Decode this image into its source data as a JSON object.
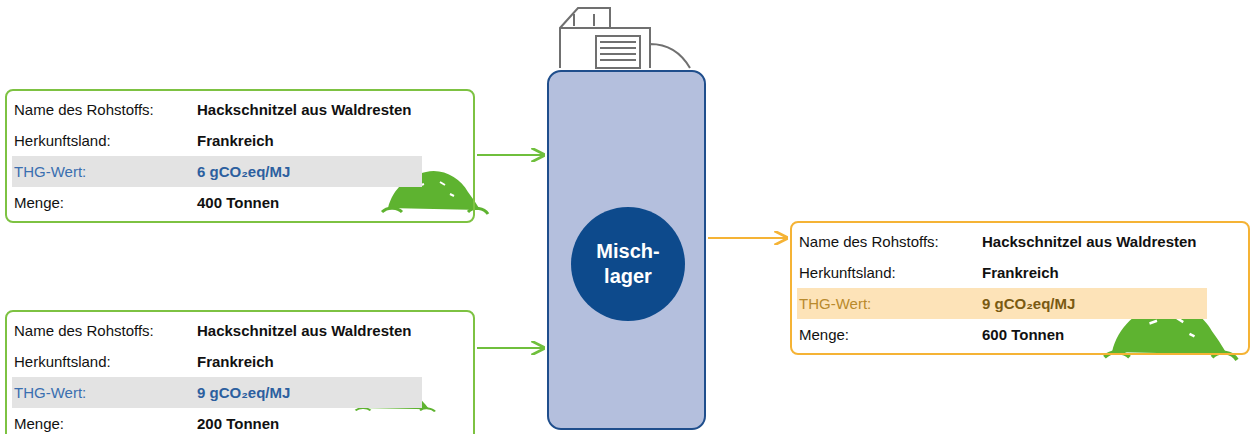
{
  "diagram": {
    "nodes": [
      {
        "text": [
          "Name des Rohstoffs:",
          "Hackschnitzel aus Waldresten",
          "Herkunftsland:",
          "Frankreich",
          "THG-Wert:",
          "6 gCO₂eq/MJ",
          "Menge:",
          "400 Tonnen"
        ]
      },
      {
        "text": [
          "Name des Rohstoffs:",
          "Hackschnitzel aus Waldresten",
          "Herkunftsland:",
          "Frankreich",
          "THG-Wert:",
          "9 gCO₂eq/MJ",
          "Menge:",
          "200 Tonnen"
        ]
      },
      {
        "text": []
      },
      {
        "text": [
          "Misch- lager"
        ],
        "in": 2
      },
      {
        "text": [
          "Name des Rohstoffs:",
          "Hackschnitzel aus Waldresten",
          "Herkunftsland:",
          "Frankreich",
          "THG-Wert:",
          "9 gCO₂eq/MJ",
          "Menge:",
          "600 Tonnen"
        ]
      }
    ],
    "edges": [
      {
        "from": 0,
        "to": 2,
        "arrow": "to"
      },
      {
        "from": 1,
        "to": 2,
        "arrow": "to"
      },
      {
        "from": 2,
        "to": 4,
        "arrow": "to"
      }
    ]
  }
}
